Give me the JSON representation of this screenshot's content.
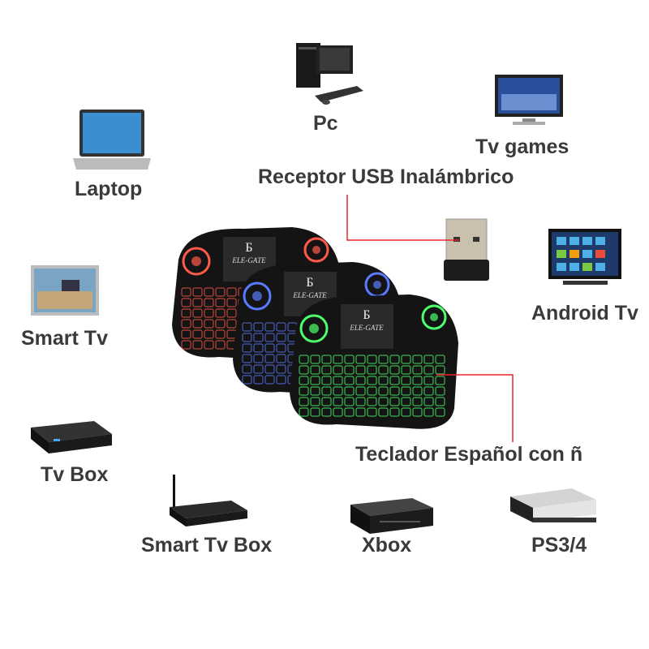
{
  "labels": {
    "pc": "Pc",
    "tv_games": "Tv games",
    "laptop": "Laptop",
    "usb_receiver": "Receptor USB Inalámbrico",
    "android_tv": "Android Tv",
    "smart_tv": "Smart Tv",
    "tv_box": "Tv Box",
    "spanish_keyboard": "Teclador Español con ñ",
    "smart_tv_box": "Smart Tv Box",
    "xbox": "Xbox",
    "ps": "PS3/4"
  },
  "keyboard": {
    "brand": "ELE-GATE",
    "backlight_colors": [
      "#ff5a4a",
      "#5a7aff",
      "#4dff6a"
    ]
  },
  "colors": {
    "callout_line": "#e8262c",
    "label_text": "#3a3a3a"
  }
}
